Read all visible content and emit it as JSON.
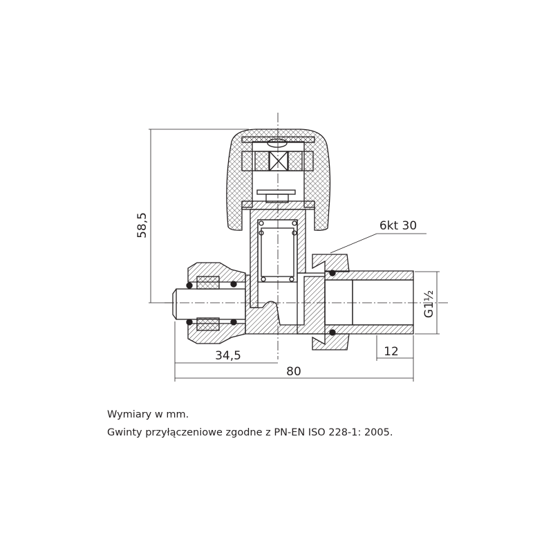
{
  "drawing": {
    "dimensions": {
      "height": "58,5",
      "total_length": "80",
      "inlet_offset": "34,5",
      "thread_length": "12",
      "thread": "G1½",
      "hex_nut": "6kt 30"
    }
  },
  "notes": {
    "units": "Wymiary w mm.",
    "standard": "Gwinty przyłączeniowe zgodne z PN-EN ISO 228-1: 2005."
  },
  "colors": {
    "line": "#231f20",
    "background": "#ffffff"
  }
}
